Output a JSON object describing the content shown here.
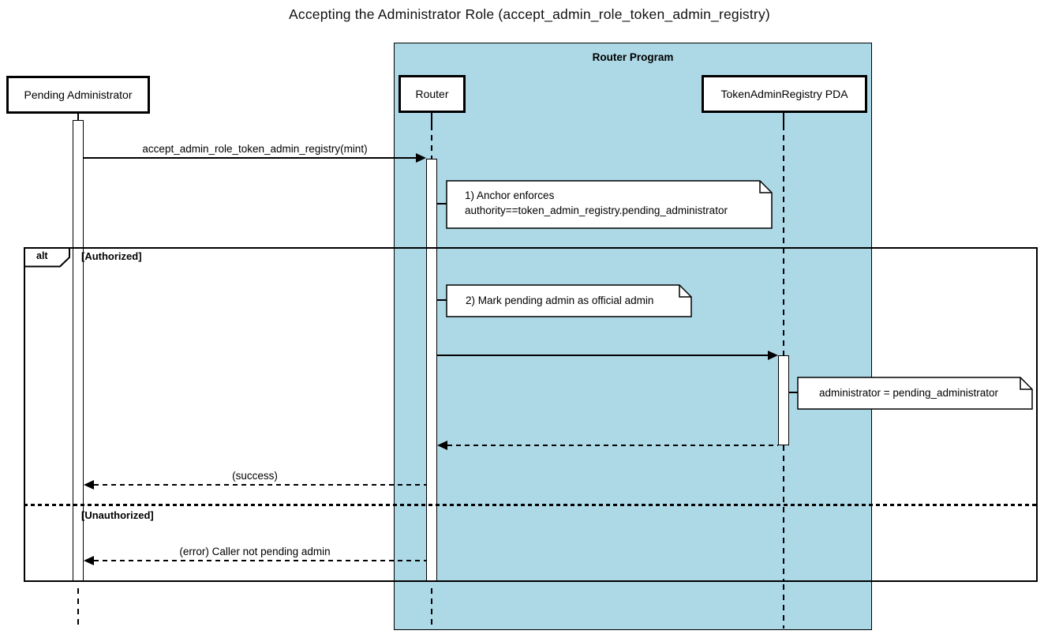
{
  "title": "Accepting the Administrator Role (accept_admin_role_token_admin_registry)",
  "group": {
    "label": "Router Program",
    "fill": "#ADD8E6"
  },
  "frame": {
    "operator": "alt",
    "guards": [
      "[Authorized]",
      "[Unauthorized]"
    ]
  },
  "participants": [
    {
      "id": "pending-admin",
      "label": "Pending Administrator"
    },
    {
      "id": "router",
      "label": "Router"
    },
    {
      "id": "token-admin-registry-pda",
      "label": "TokenAdminRegistry PDA"
    }
  ],
  "messages": [
    {
      "label": "accept_admin_role_token_admin_registry(mint)",
      "from": "pending-admin",
      "to": "router",
      "style": "solid"
    },
    {
      "label": "",
      "from": "router",
      "to": "token-admin-registry-pda",
      "style": "solid"
    },
    {
      "label": "",
      "from": "token-admin-registry-pda",
      "to": "router",
      "style": "dashed-return"
    },
    {
      "label": "(success)",
      "from": "router",
      "to": "pending-admin",
      "style": "dashed-return"
    },
    {
      "label": "(error) Caller not pending admin",
      "from": "router",
      "to": "pending-admin",
      "style": "dashed-return"
    }
  ],
  "notes": [
    {
      "lines": [
        "1) Anchor enforces",
        "authority==token_admin_registry.pending_administrator"
      ]
    },
    {
      "lines": [
        "2) Mark pending admin as official admin"
      ]
    },
    {
      "lines": [
        "administrator = pending_administrator"
      ]
    }
  ],
  "colors": {
    "group_fill": "#ADD8E6",
    "line": "#000000",
    "note_fill": "#FFFFFF",
    "background": "#FFFFFF"
  }
}
